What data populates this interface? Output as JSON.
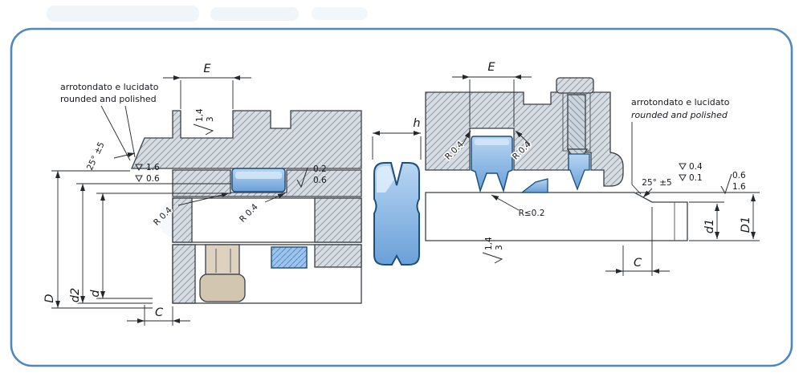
{
  "colors": {
    "frame": "#4e87c2",
    "seal_fill": "#6aa0d8",
    "hatch_bg": "#d7dde3"
  },
  "left_view": {
    "note_line1": "arrotondato  e lucidato",
    "note_line2": "rounded and polished",
    "dim_e": "E",
    "dim_c": "C",
    "dim_big_d": "D",
    "dim_d2": "d2",
    "dim_small_d": "d",
    "angle": "25° ±5",
    "radius_left": "R 0.4",
    "radius_right": "R 0.4",
    "finish_groove_a": "1,4",
    "finish_groove_b": "3",
    "finish_bore_top": "1.6",
    "finish_bore_bottom": "0.6",
    "finish_face_top": "0.2",
    "finish_face_bottom": "0.6"
  },
  "profile_view": {
    "dim_h": "h"
  },
  "right_view": {
    "note_line1": "arrotondato e lucidato",
    "note_line2": "rounded and polished",
    "dim_e": "E",
    "dim_c": "C",
    "dim_d1": "d1",
    "dim_big_d1": "D1",
    "angle": "25° ±5",
    "radius_left": "R 0.4",
    "radius_right": "R 0.4",
    "radius_rod": "R≤0.2",
    "finish_rod_a": "1,4",
    "finish_rod_b": "3",
    "finish_end_top": "0.4",
    "finish_end_bottom": "0.1",
    "finish_shaft_top": "0.6",
    "finish_shaft_bottom": "1.6"
  }
}
